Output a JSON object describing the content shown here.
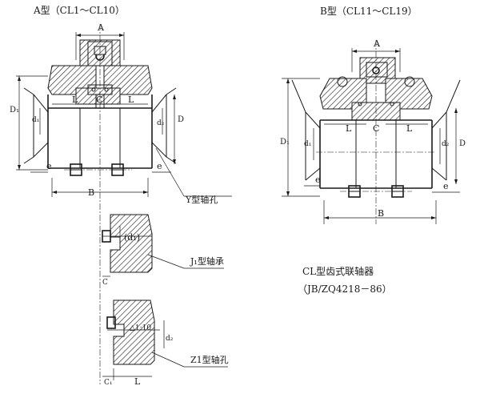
{
  "titles": {
    "type_a": "A型（CL1～CL10）",
    "type_b": "B型（CL11～CL19）"
  },
  "caption": {
    "name": "CL型齿式联轴器",
    "standard": "（JB/ZQ4218－86）"
  },
  "callouts": {
    "y_bore": "Y型轴孔",
    "j1_bore": "J₁型轴承",
    "z1_bore": "Z1型轴孔"
  },
  "dims": {
    "A": "A",
    "B": "B",
    "C": "C",
    "L": "L",
    "D": "D",
    "D1": "D₁",
    "d1": "d₁",
    "d2": "d₂",
    "e": "e",
    "d1_paren": "(d₁)",
    "taper": "△1:10",
    "C1": "C₁",
    "dz": "d₂"
  }
}
